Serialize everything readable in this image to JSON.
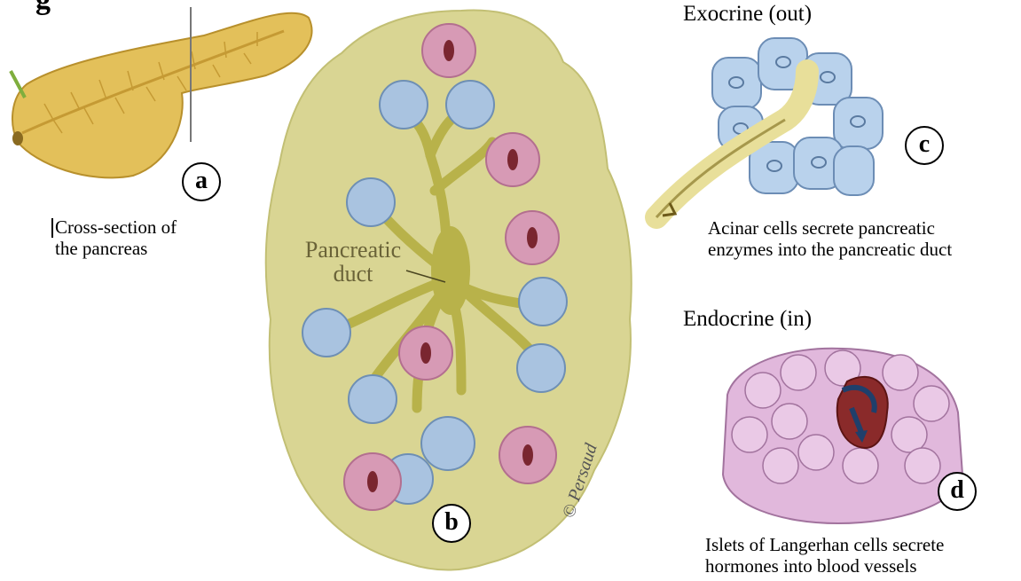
{
  "top_left_fragment": "g",
  "panel_a": {
    "badge": "a",
    "caption_line1": "Cross-section of",
    "caption_line2": "the pancreas"
  },
  "panel_b": {
    "badge": "b",
    "duct_label_line1": "Pancreatic",
    "duct_label_line2": "duct",
    "artist_signature": "© Persaud"
  },
  "panel_c": {
    "heading": "Exocrine (out)",
    "badge": "c",
    "caption_line1": "Acinar cells secrete pancreatic",
    "caption_line2": "enzymes into the pancreatic duct"
  },
  "panel_d": {
    "heading": "Endocrine (in)",
    "badge": "d",
    "caption_line1": "Islets of Langerhan cells secrete",
    "caption_line2": "hormones into blood vessels"
  },
  "colors": {
    "pancreas_yellow": "#e3c05a",
    "lobule_fill": "#d9d593",
    "duct_olive": "#b8b24a",
    "acinar_blue": "#a9c3e0",
    "islet_pink": "#d79ab5",
    "vessel_red": "#8a2a2a",
    "arrow_navy": "#1f3f6b"
  }
}
